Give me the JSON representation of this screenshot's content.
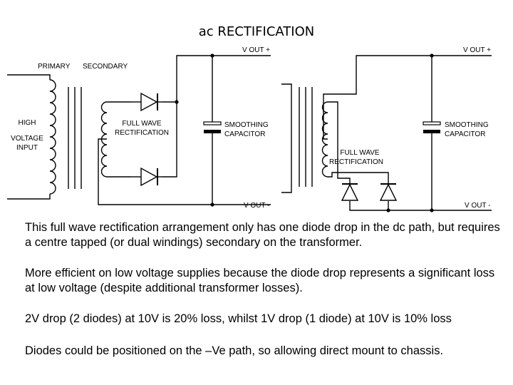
{
  "title": "ac RECTIFICATION",
  "left_circuit": {
    "primary_label": "PRIMARY",
    "secondary_label": "SECONDARY",
    "input_label_lines": [
      "HIGH",
      "VOLTAGE",
      "INPUT"
    ],
    "rectification_label_lines": [
      "FULL WAVE",
      "RECTIFICATION"
    ],
    "capacitor_label_lines": [
      "SMOOTHING",
      "CAPACITOR"
    ],
    "vout_plus": "V OUT +",
    "vout_minus": "V OUT -"
  },
  "right_circuit": {
    "rectification_label_lines": [
      "FULL WAVE",
      "RECTIFICATION"
    ],
    "capacitor_label_lines": [
      "SMOOTHING",
      "CAPACITOR"
    ],
    "vout_plus": "V OUT +",
    "vout_minus": "V OUT -"
  },
  "paragraphs": [
    "This full wave rectification arrangement only has one diode drop in the dc path, but requires a centre tapped (or dual windings) secondary on the transformer.",
    "More efficient on low voltage supplies because the diode drop represents a significant loss at low voltage (despite additional transformer losses).",
    "2V drop (2 diodes) at 10V is 20% loss, whilst 1V drop (1 diode) at 10V is 10% loss",
    "Diodes could be positioned on the –Ve path, so allowing direct mount to chassis."
  ]
}
